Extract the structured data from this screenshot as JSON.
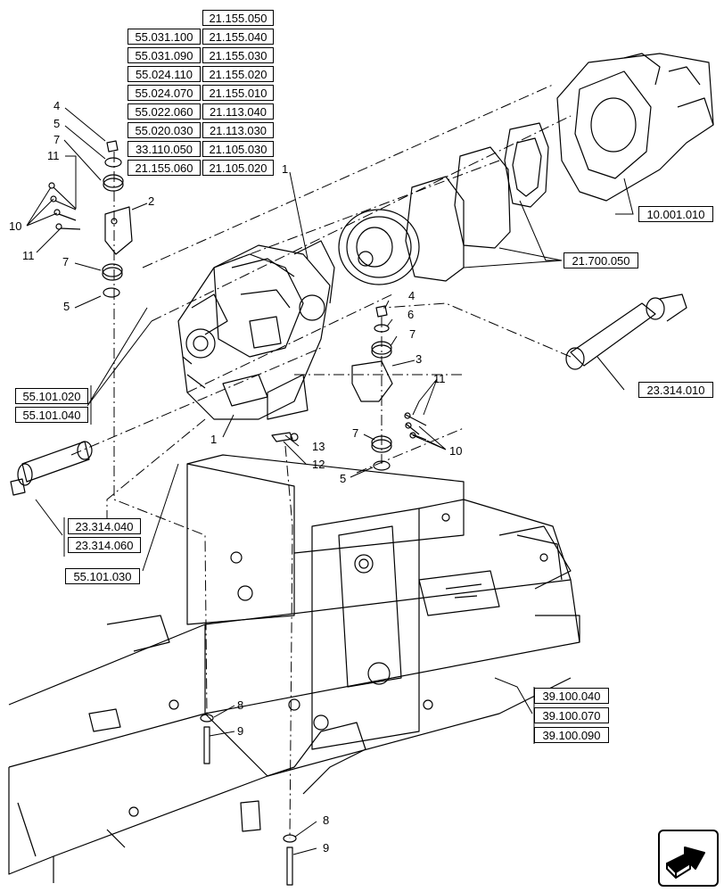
{
  "refs": {
    "r1": "21.155.050",
    "r2a": "55.031.100",
    "r2b": "21.155.040",
    "r3a": "55.031.090",
    "r3b": "21.155.030",
    "r4a": "55.024.110",
    "r4b": "21.155.020",
    "r5a": "55.024.070",
    "r5b": "21.155.010",
    "r6a": "55.022.060",
    "r6b": "21.113.040",
    "r7a": "55.020.030",
    "r7b": "21.113.030",
    "r8a": "33.110.050",
    "r8b": "21.105.030",
    "r9a": "21.155.060",
    "r9b": "21.105.020",
    "engine": "10.001.010",
    "clutch": "21.700.050",
    "shaft_r": "23.314.010",
    "mount": [
      "55.101.020",
      "55.101.040"
    ],
    "shaft_l": [
      "23.314.040",
      "23.314.060"
    ],
    "harness": "55.101.030",
    "frame": [
      "39.100.040",
      "39.100.070",
      "39.100.090"
    ]
  },
  "callouts": {
    "n4a": "4",
    "n5a": "5",
    "n7a": "7",
    "n11a": "11",
    "n10a": "10",
    "n2": "2",
    "n11b": "11",
    "n7b": "7",
    "n5b": "5",
    "n1a": "1",
    "n1b": "1",
    "n4b": "4",
    "n6": "6",
    "n7c": "7",
    "n3": "3",
    "n11c": "11",
    "n10b": "10",
    "n13": "13",
    "n12": "12",
    "n7d": "7",
    "n5c": "5",
    "n8a": "8",
    "n9a": "9",
    "n8b": "8",
    "n9b": "9"
  },
  "nav": {
    "icon": "next-page-arrow-icon"
  }
}
